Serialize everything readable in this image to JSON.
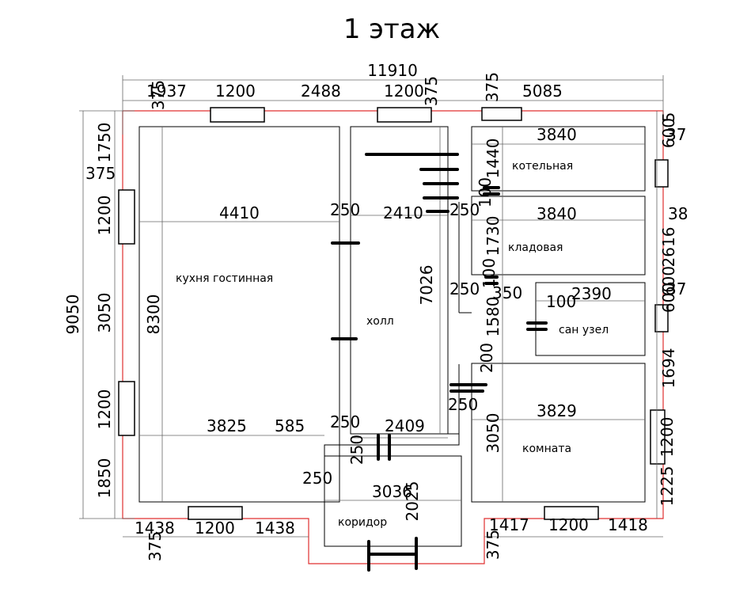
{
  "title": "1 этаж",
  "rooms": {
    "kitchen": "кухня гостинная",
    "hall": "холл",
    "boiler": "котельная",
    "storage": "кладовая",
    "bathroom": "сан узел",
    "room": "комната",
    "corridor": "коридор"
  },
  "dims": {
    "total_width": "11910",
    "top_1937": "1937",
    "top_375a": "375",
    "top_1200a": "1200",
    "top_2488": "2488",
    "top_1200b": "1200",
    "top_375b": "375",
    "top_375c": "375",
    "top_5085": "5085",
    "left_9050": "9050",
    "left_1750": "1750",
    "left_375": "375",
    "left_1200a": "1200",
    "left_3050": "3050",
    "left_1200b": "1200",
    "left_1850": "1850",
    "kitchen_width": "4410",
    "kitchen_height": "8300",
    "wall_250a": "250",
    "hall_width": "2410",
    "wall_250b": "250",
    "hall_height": "7026",
    "boiler_width": "3840",
    "boiler_height": "1440",
    "wall_100a": "100",
    "storage_width": "3840",
    "storage_height": "1730",
    "wall_100b": "100",
    "wall_250c": "250",
    "wall_350": "350",
    "bath_width": "2390",
    "bath_wall_100": "100",
    "bath_height": "1580",
    "wall_200": "200",
    "wall_250d": "250",
    "room_width": "3829",
    "room_height": "3050",
    "kitchen_bottom_3825": "3825",
    "kitchen_bottom_585": "585",
    "wall_250e": "250",
    "hall_bottom_2409": "2409",
    "wall_250f": "250",
    "wall_250g": "250",
    "corridor_width": "3036",
    "corridor_height": "2025",
    "bottom_1438a": "1438",
    "bottom_1200a": "1200",
    "bottom_1438b": "1438",
    "bottom_375a": "375",
    "bottom_375b": "375",
    "bottom_1417": "1417",
    "bottom_1200b": "1200",
    "bottom_1418": "1418",
    "right_600a": "600",
    "right_5a": "5",
    "right_37a": "37",
    "right_38": "38",
    "right_600b": "600",
    "right_2616": "2616",
    "right_600c": "600",
    "right_37b": "37",
    "right_1694": "1694",
    "right_1200": "1200",
    "right_1225": "1225"
  }
}
